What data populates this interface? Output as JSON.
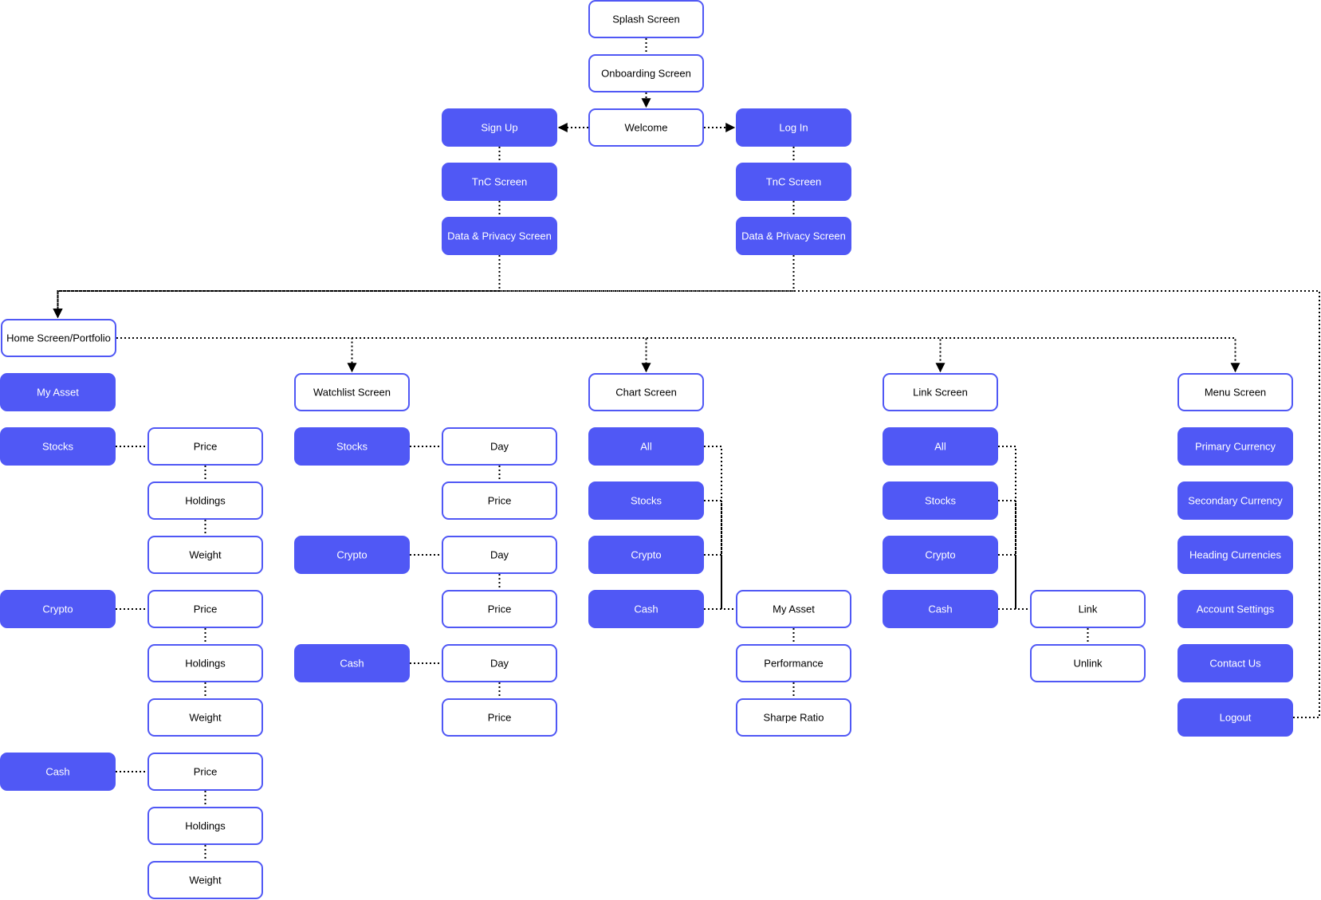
{
  "colors": {
    "filled": "#5058f5",
    "outline": "#5058f5",
    "outline_fill": "#ffffff",
    "filled_text": "#ffffff",
    "outline_text": "#000000",
    "edge": "#000000"
  },
  "nodes": [
    {
      "id": "splash",
      "label": "Splash Screen",
      "style": "outline"
    },
    {
      "id": "onboarding",
      "label": "Onboarding Screen",
      "style": "outline"
    },
    {
      "id": "welcome",
      "label": "Welcome",
      "style": "outline"
    },
    {
      "id": "signup",
      "label": "Sign Up",
      "style": "filled"
    },
    {
      "id": "login",
      "label": "Log In",
      "style": "filled"
    },
    {
      "id": "signup_tnc",
      "label": "TnC Screen",
      "style": "filled"
    },
    {
      "id": "signup_privacy",
      "label": "Data & Privacy Screen",
      "style": "filled"
    },
    {
      "id": "login_tnc",
      "label": "TnC Screen",
      "style": "filled"
    },
    {
      "id": "login_privacy",
      "label": "Data & Privacy Screen",
      "style": "filled"
    },
    {
      "id": "home",
      "label": "Home Screen/Portfolio",
      "style": "outline"
    },
    {
      "id": "home_myasset",
      "label": "My Asset",
      "style": "filled"
    },
    {
      "id": "home_stocks",
      "label": "Stocks",
      "style": "filled"
    },
    {
      "id": "home_stocks_price",
      "label": "Price",
      "style": "outline"
    },
    {
      "id": "home_stocks_holdings",
      "label": "Holdings",
      "style": "outline"
    },
    {
      "id": "home_stocks_weight",
      "label": "Weight",
      "style": "outline"
    },
    {
      "id": "home_crypto",
      "label": "Crypto",
      "style": "filled"
    },
    {
      "id": "home_crypto_price",
      "label": "Price",
      "style": "outline"
    },
    {
      "id": "home_crypto_holdings",
      "label": "Holdings",
      "style": "outline"
    },
    {
      "id": "home_crypto_weight",
      "label": "Weight",
      "style": "outline"
    },
    {
      "id": "home_cash",
      "label": "Cash",
      "style": "filled"
    },
    {
      "id": "home_cash_price",
      "label": "Price",
      "style": "outline"
    },
    {
      "id": "home_cash_holdings",
      "label": "Holdings",
      "style": "outline"
    },
    {
      "id": "home_cash_weight",
      "label": "Weight",
      "style": "outline"
    },
    {
      "id": "watchlist",
      "label": "Watchlist Screen",
      "style": "outline"
    },
    {
      "id": "wl_stocks",
      "label": "Stocks",
      "style": "filled"
    },
    {
      "id": "wl_stocks_day",
      "label": "Day",
      "style": "outline"
    },
    {
      "id": "wl_stocks_price",
      "label": "Price",
      "style": "outline"
    },
    {
      "id": "wl_crypto",
      "label": "Crypto",
      "style": "filled"
    },
    {
      "id": "wl_crypto_day",
      "label": "Day",
      "style": "outline"
    },
    {
      "id": "wl_crypto_price",
      "label": "Price",
      "style": "outline"
    },
    {
      "id": "wl_cash",
      "label": "Cash",
      "style": "filled"
    },
    {
      "id": "wl_cash_day",
      "label": "Day",
      "style": "outline"
    },
    {
      "id": "wl_cash_price",
      "label": "Price",
      "style": "outline"
    },
    {
      "id": "chart",
      "label": "Chart Screen",
      "style": "outline"
    },
    {
      "id": "chart_all",
      "label": "All",
      "style": "filled"
    },
    {
      "id": "chart_stocks",
      "label": "Stocks",
      "style": "filled"
    },
    {
      "id": "chart_crypto",
      "label": "Crypto",
      "style": "filled"
    },
    {
      "id": "chart_cash",
      "label": "Cash",
      "style": "filled"
    },
    {
      "id": "chart_myasset",
      "label": "My Asset",
      "style": "outline"
    },
    {
      "id": "chart_performance",
      "label": "Performance",
      "style": "outline"
    },
    {
      "id": "chart_sharpe",
      "label": "Sharpe Ratio",
      "style": "outline"
    },
    {
      "id": "link",
      "label": "Link Screen",
      "style": "outline"
    },
    {
      "id": "link_all",
      "label": "All",
      "style": "filled"
    },
    {
      "id": "link_stocks",
      "label": "Stocks",
      "style": "filled"
    },
    {
      "id": "link_crypto",
      "label": "Crypto",
      "style": "filled"
    },
    {
      "id": "link_cash",
      "label": "Cash",
      "style": "filled"
    },
    {
      "id": "link_link",
      "label": "Link",
      "style": "outline"
    },
    {
      "id": "link_unlink",
      "label": "Unlink",
      "style": "outline"
    },
    {
      "id": "menu",
      "label": "Menu Screen",
      "style": "outline"
    },
    {
      "id": "menu_primary",
      "label": "Primary Currency",
      "style": "filled"
    },
    {
      "id": "menu_secondary",
      "label": "Secondary Currency",
      "style": "filled"
    },
    {
      "id": "menu_heading",
      "label": "Heading Currencies",
      "style": "filled"
    },
    {
      "id": "menu_account",
      "label": "Account Settings",
      "style": "filled"
    },
    {
      "id": "menu_contact",
      "label": "Contact Us",
      "style": "filled"
    },
    {
      "id": "menu_logout",
      "label": "Logout",
      "style": "filled"
    }
  ],
  "edges": [
    {
      "from": "splash",
      "to": "onboarding",
      "arrow": false
    },
    {
      "from": "onboarding",
      "to": "welcome",
      "arrow": true
    },
    {
      "from": "welcome",
      "to": "signup",
      "arrow": true
    },
    {
      "from": "welcome",
      "to": "login",
      "arrow": true
    },
    {
      "from": "signup",
      "to": "signup_tnc",
      "arrow": false
    },
    {
      "from": "signup_tnc",
      "to": "signup_privacy",
      "arrow": false
    },
    {
      "from": "login",
      "to": "login_tnc",
      "arrow": false
    },
    {
      "from": "login_tnc",
      "to": "login_privacy",
      "arrow": false
    },
    {
      "from": "signup_privacy",
      "to": "home",
      "arrow": true
    },
    {
      "from": "login_privacy",
      "to": "home",
      "arrow": true
    },
    {
      "from": "menu_logout",
      "to": "home",
      "arrow": true
    },
    {
      "from": "home",
      "to": "watchlist",
      "arrow": true
    },
    {
      "from": "home",
      "to": "chart",
      "arrow": true
    },
    {
      "from": "home",
      "to": "link",
      "arrow": true
    },
    {
      "from": "home",
      "to": "menu",
      "arrow": true
    },
    {
      "from": "home_stocks",
      "to": "home_stocks_price",
      "arrow": false
    },
    {
      "from": "home_stocks_price",
      "to": "home_stocks_holdings",
      "arrow": false
    },
    {
      "from": "home_stocks_holdings",
      "to": "home_stocks_weight",
      "arrow": false
    },
    {
      "from": "home_crypto",
      "to": "home_crypto_price",
      "arrow": false
    },
    {
      "from": "home_crypto_price",
      "to": "home_crypto_holdings",
      "arrow": false
    },
    {
      "from": "home_crypto_holdings",
      "to": "home_crypto_weight",
      "arrow": false
    },
    {
      "from": "home_cash",
      "to": "home_cash_price",
      "arrow": false
    },
    {
      "from": "home_cash_price",
      "to": "home_cash_holdings",
      "arrow": false
    },
    {
      "from": "home_cash_holdings",
      "to": "home_cash_weight",
      "arrow": false
    },
    {
      "from": "wl_stocks",
      "to": "wl_stocks_day",
      "arrow": false
    },
    {
      "from": "wl_stocks_day",
      "to": "wl_stocks_price",
      "arrow": false
    },
    {
      "from": "wl_crypto",
      "to": "wl_crypto_day",
      "arrow": false
    },
    {
      "from": "wl_crypto_day",
      "to": "wl_crypto_price",
      "arrow": false
    },
    {
      "from": "wl_cash",
      "to": "wl_cash_day",
      "arrow": false
    },
    {
      "from": "wl_cash_day",
      "to": "wl_cash_price",
      "arrow": false
    },
    {
      "from": "chart_all",
      "to": "chart_myasset",
      "arrow": false
    },
    {
      "from": "chart_stocks",
      "to": "chart_myasset",
      "arrow": false
    },
    {
      "from": "chart_crypto",
      "to": "chart_myasset",
      "arrow": false
    },
    {
      "from": "chart_cash",
      "to": "chart_myasset",
      "arrow": false
    },
    {
      "from": "chart_myasset",
      "to": "chart_performance",
      "arrow": false
    },
    {
      "from": "chart_performance",
      "to": "chart_sharpe",
      "arrow": false
    },
    {
      "from": "link_all",
      "to": "link_link",
      "arrow": false
    },
    {
      "from": "link_stocks",
      "to": "link_link",
      "arrow": false
    },
    {
      "from": "link_crypto",
      "to": "link_link",
      "arrow": false
    },
    {
      "from": "link_cash",
      "to": "link_link",
      "arrow": false
    },
    {
      "from": "link_link",
      "to": "link_unlink",
      "arrow": false
    }
  ]
}
